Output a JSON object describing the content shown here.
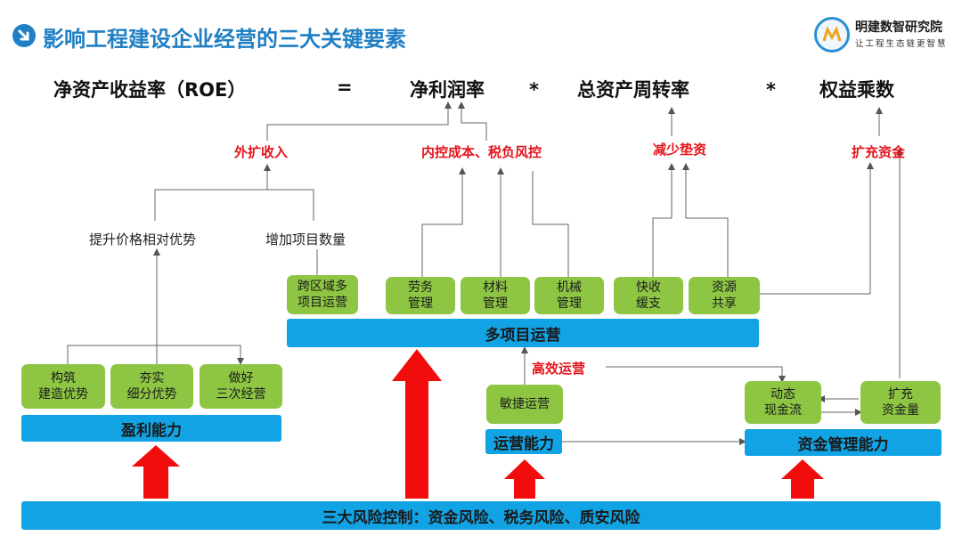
{
  "header": {
    "title": "影响工程建设企业经营的三大关键要素",
    "logo_name": "明建数智研究院",
    "logo_slogan": "让工程生态链更智慧"
  },
  "formula": {
    "roe": "净资产收益率（ROE）",
    "equals": "=",
    "net_margin": "净利润率",
    "times1": "*",
    "asset_turnover": "总资产周转率",
    "times2": "*",
    "equity_multiplier": "权益乘数"
  },
  "drivers": {
    "external_revenue": "外扩收入",
    "internal_control": "内控成本、税负风控",
    "reduce_advance": "减少垫资",
    "expand_capital": "扩充资金"
  },
  "sub_drivers": {
    "price_advantage": "提升价格相对优势",
    "project_count": "增加项目数量"
  },
  "green_boxes": {
    "cross_region": "跨区域多\n项目运营",
    "labor": "劳务\n管理",
    "material": "材料\n管理",
    "machinery": "机械\n管理",
    "fast_collect": "快收\n缓支",
    "resource_share": "资源\n共享",
    "build_advantage": "构筑\n建造优势",
    "consolidate": "夯实\n细分优势",
    "tertiary": "做好\n三次经营",
    "agile_ops": "敏捷运营",
    "dynamic_cash": "动态\n现金流",
    "expand_funds": "扩充\n资金量"
  },
  "blue_bars": {
    "multi_project": "多项目运营",
    "profitability": "盈利能力",
    "operations": "运营能力",
    "capital_mgmt": "资金管理能力",
    "risk_control": "三大风险控制：资金风险、税务风险、质安风险"
  },
  "labels": {
    "efficient_ops": "高效运营"
  },
  "colors": {
    "title_blue": "#1f7fc4",
    "bar_blue": "#11a3e4",
    "box_green": "#8ec644",
    "emphasis_red": "#e3141b"
  }
}
